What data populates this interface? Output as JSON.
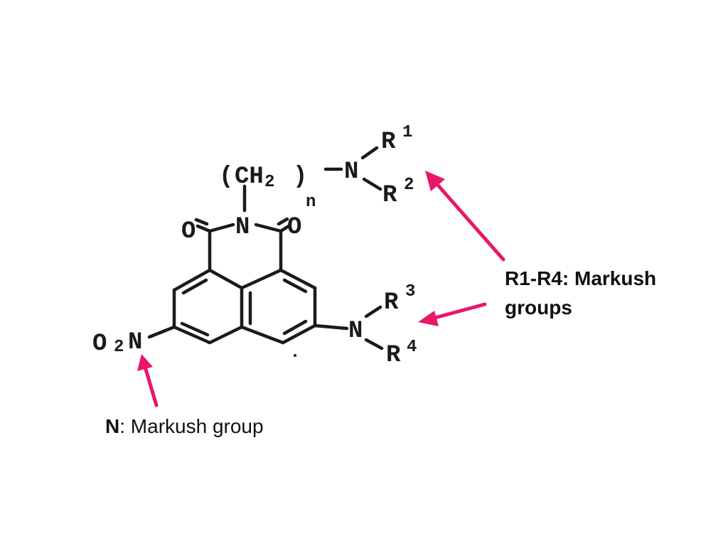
{
  "structure": {
    "group_ch2_open": "(",
    "group_ch2": "CH",
    "group_ch2_sub": "2",
    "group_ch2_close": ")",
    "subscript_n": "n",
    "imide_n": "N",
    "amine_top_n": "N",
    "amine_right_n": "N",
    "nitro_o2": "O",
    "nitro_o2_sub": "2",
    "nitro_n": "N",
    "carbonyl_left_o": "O",
    "carbonyl_right_o": "O",
    "r": "R",
    "r1_num": "1",
    "r2_num": "2",
    "r3_num": "3",
    "r4_num": "4"
  },
  "annotations": {
    "r_groups": "R1-R4: Markush groups",
    "n_group_bold": "N",
    "n_group_rest": ": Markush group"
  },
  "colors": {
    "arrow": "#e8176a",
    "ink": "#1a1a1a"
  }
}
